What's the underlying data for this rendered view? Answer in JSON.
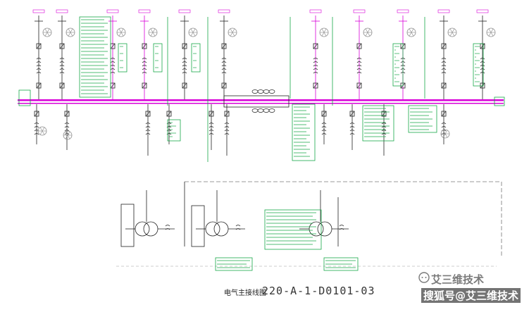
{
  "colors": {
    "bus": "#d800d8",
    "green": "#18a848",
    "gray": "#8a8a8a",
    "black": "#222222"
  },
  "title_block": {
    "drawing_title": "电气主接线图",
    "drawing_number": "220-A-1-D0101-03"
  },
  "watermark": {
    "top_text": "艾三维技术",
    "bottom_text": "搜狐号@艾三维技术",
    "icon": "sohu-chat-bubble-icon"
  }
}
